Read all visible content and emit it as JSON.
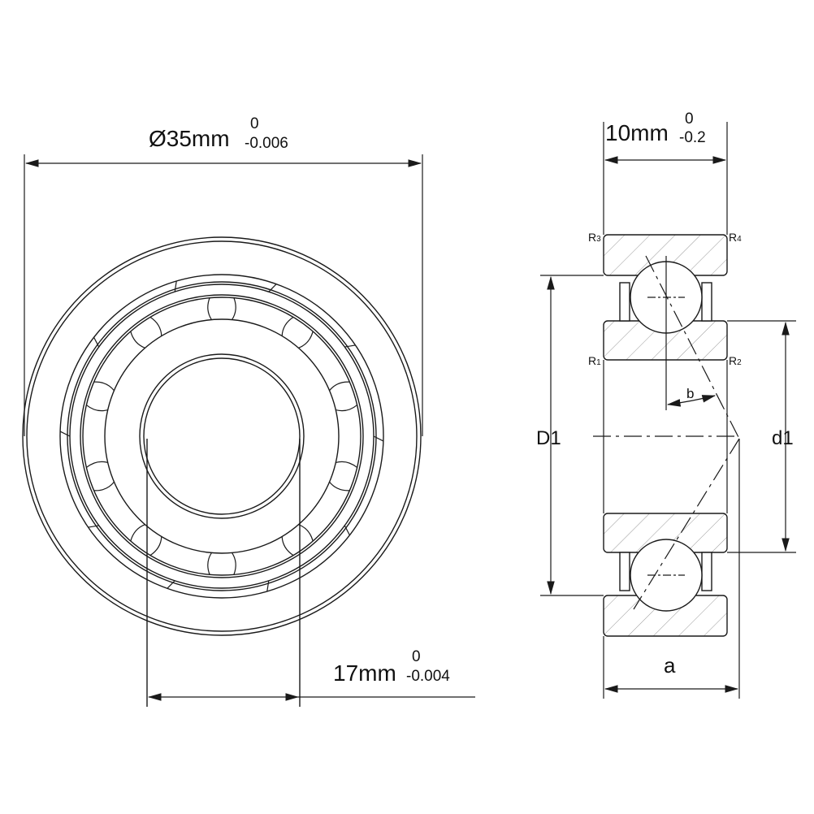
{
  "front_view": {
    "outer_diameter": {
      "value": "Ø35mm",
      "upper_tol": "0",
      "lower_tol": "-0.006"
    },
    "bore_diameter": {
      "value": "17mm",
      "upper_tol": "0",
      "lower_tol": "-0.004"
    }
  },
  "section_view": {
    "width": {
      "value": "10mm",
      "upper_tol": "0",
      "lower_tol": "-0.2"
    },
    "labels": {
      "D1": "D1",
      "d1": "d1",
      "a": "a",
      "b": "b",
      "R1": "R",
      "R1_sub": "1",
      "R2": "R",
      "R2_sub": "2",
      "R3": "R",
      "R3_sub": "3",
      "R4": "R",
      "R4_sub": "4"
    }
  },
  "colors": {
    "line": "#1a1a1a",
    "hatch": "#999999"
  }
}
